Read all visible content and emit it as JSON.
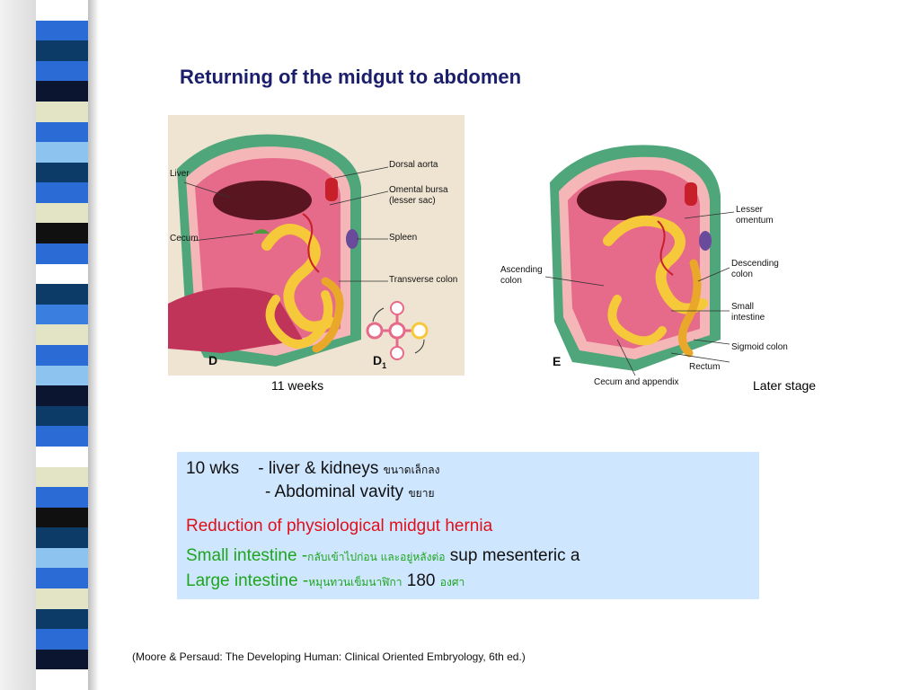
{
  "slide": {
    "title": "Returning of the midgut to abdomen",
    "citation": "(Moore & Persaud: The Developing Human: Clinical Oriented Embryology, 6th ed.)"
  },
  "left_stripe": {
    "colors": [
      "#2a6bd6",
      "#0b3b66",
      "#ffffff",
      "#e3e4c6",
      "#0b1530",
      "#8cc3ef",
      "#101010",
      "#3a7fe0"
    ]
  },
  "figure": {
    "panel_d_labels": {
      "liver": "Liver",
      "cecum": "Cecum",
      "dorsal_aorta": "Dorsal aorta",
      "omental_bursa": "Omental bursa\n(lesser sac)",
      "spleen": "Spleen",
      "transverse_colon": "Transverse colon",
      "letter_d": "D",
      "letter_d1": "D",
      "letter_d1_sub": "1"
    },
    "panel_e_labels": {
      "lesser_omentum": "Lesser\nomentum",
      "ascending_colon": "Ascending\ncolon",
      "descending_colon": "Descending\ncolon",
      "small_intestine": "Small\nintestine",
      "sigmoid_colon": "Sigmoid colon",
      "rectum": "Rectum",
      "cecum_appendix": "Cecum and appendix",
      "letter_e": "E"
    },
    "captions": {
      "left": "11 weeks",
      "right": "Later stage"
    },
    "colors": {
      "gut_yellow": "#f6c93a",
      "tissue_pink": "#e66a8a",
      "cavity_dark": "#5a1620",
      "wall_green": "#4fa67a",
      "vessel_red": "#c8202a",
      "background_tan": "#efe4d2"
    }
  },
  "info_box": {
    "line1_main": "10 wks    - liver & kidneys ",
    "line1_thai": "ขนาดเล็กลง",
    "line2_main": "- Abdominal vavity ",
    "line2_thai": "ขยาย",
    "line3": "Reduction of physiological midgut hernia",
    "line4_green": "Small intestine -",
    "line4_thai": "กลับเข้าไปก่อน และอยู่หลังต่อ",
    "line4_black": " sup mesenteric a",
    "line5_green": "Large intestine -",
    "line5_thai": "หมุนทวนเข็มนาฬิกา",
    "line5_black": " 180 ",
    "line5_thai2": "องศา",
    "background": "#cfe6ff"
  }
}
